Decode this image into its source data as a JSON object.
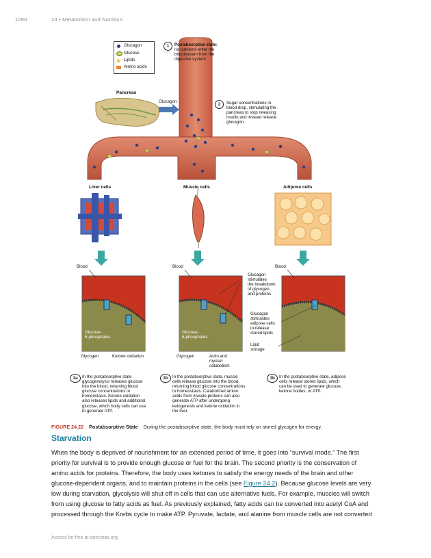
{
  "header": {
    "page_number": "1090",
    "chapter": "24 • Metabolism and Nutrition"
  },
  "legend": {
    "glucagon": "Glucagon",
    "glucose": "Glucose",
    "lipids": "Lipids",
    "amino_acids": "Amino acids"
  },
  "diagram": {
    "step1_num": "1",
    "step1_title": "Postabsorptive state:",
    "step1_text_l1": "no nutrients enter the",
    "step1_text_l2": "bloodstream from the",
    "step1_text_l3": "digestive system",
    "pancreas": "Pancreas",
    "glucagon_arrow": "Glucagon",
    "step2_num": "2",
    "step2_l1": "Sugar concentrations in",
    "step2_l2": "blood drop, stimulating the",
    "step2_l3": "pancreas to stop releasing",
    "step2_l4": "insulin and instead release",
    "step2_l5": "glucagon.",
    "liver_cells": "Liver cells",
    "muscle_cells": "Muscle cells",
    "adipose_cells": "Adipose cells",
    "blood": "Blood",
    "glucagon_stim_l1": "Glucagon",
    "glucagon_stim_l2": "stimulates",
    "glucagon_stim_l3": "the breakdown",
    "glucagon_stim_l4": "of glycogen",
    "glucagon_stim_l5": "and proteins",
    "adipose_stim_l1": "Glucagon",
    "adipose_stim_l2": "stimulates",
    "adipose_stim_l3": "adipose cells",
    "adipose_stim_l4": "to release",
    "adipose_stim_l5": "stored lipids",
    "lipid_storage_l1": "Lipid",
    "lipid_storage_l2": "storage",
    "glucose6p_l1": "Glucose-",
    "glucose6p_l2": "6-phosphates",
    "glycogen": "Glycogen",
    "ketone_oxidation": "Ketone oxidation",
    "actin_l1": "Actin and",
    "actin_l2": "myosin",
    "actin_l3": "catabolism",
    "step3a_num": "3a",
    "step3a": [
      "In the postabsorptive state",
      "glycogenolysis releases glucose",
      "into the blood, returning blood",
      "glucose concentrations to",
      "homeostasis. Ketone oxidation",
      "also releases lipids and additional",
      "glucose, which body cells can use",
      "to generate ATP."
    ],
    "step3b_num": "3b",
    "step3b": [
      "In the postabsorptive state, muscle",
      "cells release glucose into the blood,",
      "returning blood glucose concentrations",
      "to homeostasis. Catabolized amino",
      "acids from muscle proteins can also",
      "generate ATP after undergoing",
      "ketogenesis and ketone oxidation in",
      "the liver."
    ],
    "step3c_num": "3b",
    "step3c": [
      "In the postabsorptive state, adipose",
      "cells release stored lipids, which",
      "can be used to generate glucose,",
      "ketone bodies, or ATP."
    ]
  },
  "caption": {
    "number": "FIGURE 24.22",
    "title": "Postabsorptive State",
    "text": "During the postabsorptive state, the body must rely on stored glycogen for energy."
  },
  "section_title": "Starvation",
  "paragraph": {
    "part1": "When the body is deprived of nourishment for an extended period of time, it goes into “survival mode.” The first priority for survival is to provide enough glucose or fuel for the brain. The second priority is the conservation of amino acids for proteins. Therefore, the body uses ketones to satisfy the energy needs of the brain and other glucose-dependent organs, and to maintain proteins in the cells (see ",
    "link": "Figure 24.2",
    "part2": "). Because glucose levels are very low during starvation, glycolysis will shut off in cells that can use alternative fuels. For example, muscles will switch from using glucose to fatty acids as fuel. As previously explained, fatty acids can be converted into acetyl CoA and processed through the Krebs cycle to make ATP. Pyruvate, lactate, and alanine from muscle cells are not converted"
  },
  "footer": "Access for free at openstax.org",
  "colors": {
    "vessel": "#d9745a",
    "vessel_dark": "#b5503a",
    "blood_cell_bg": "#c8331f",
    "accent": "#1a7fa0",
    "arrow": "#3aa7a0"
  }
}
